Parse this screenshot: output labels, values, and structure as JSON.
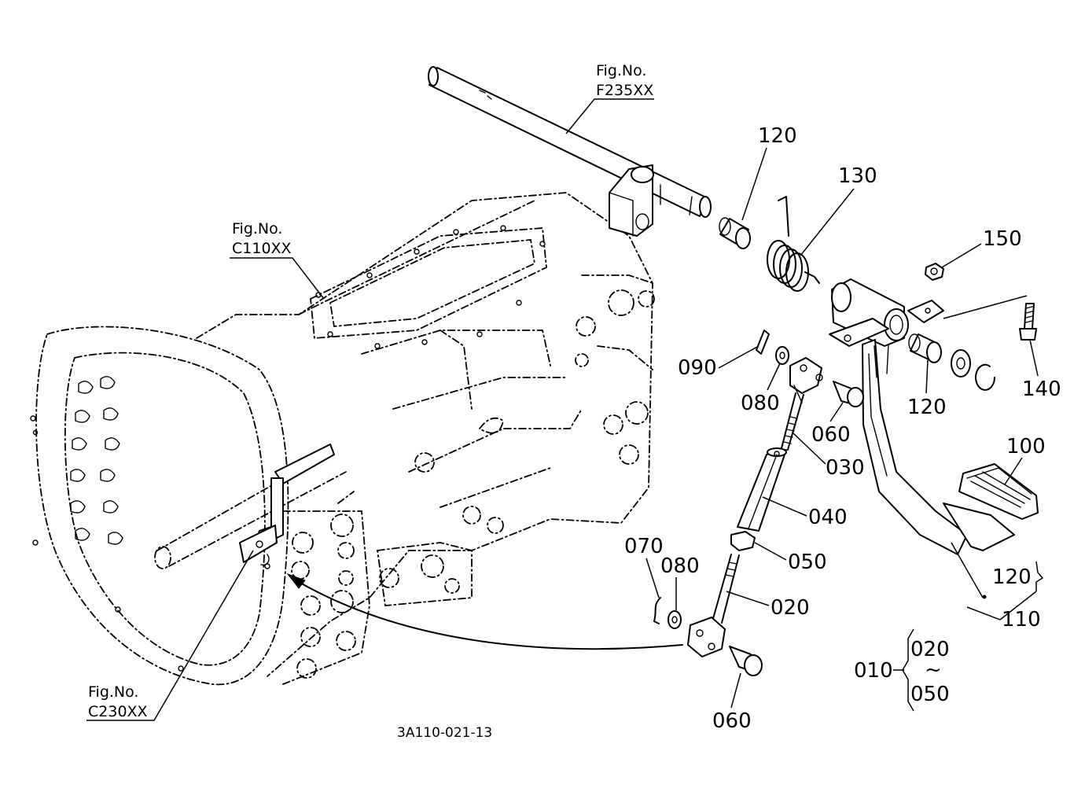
{
  "figure_refs": [
    {
      "id": "f235",
      "line1": "Fig.No.",
      "line2": "F235XX"
    },
    {
      "id": "c110",
      "line1": "Fig.No.",
      "line2": "C110XX"
    },
    {
      "id": "c230",
      "line1": "Fig.No.",
      "line2": "C230XX"
    }
  ],
  "callouts": {
    "p120_top": "120",
    "p130": "130",
    "p150": "150",
    "p090": "090",
    "p080_top": "080",
    "p060_top": "060",
    "p120_mid": "120",
    "p140": "140",
    "p030": "030",
    "p100": "100",
    "p040": "040",
    "p070": "070",
    "p080_bot": "080",
    "p050": "050",
    "p020": "020",
    "p060_bot": "060",
    "p120_asm": "120",
    "p110": "110"
  },
  "assembly_range": {
    "parent": "010",
    "from": "020",
    "tilde": "~",
    "to": "050"
  },
  "drawing_code": "3A110-021-13",
  "icons": [
    "tilde-glyph"
  ]
}
